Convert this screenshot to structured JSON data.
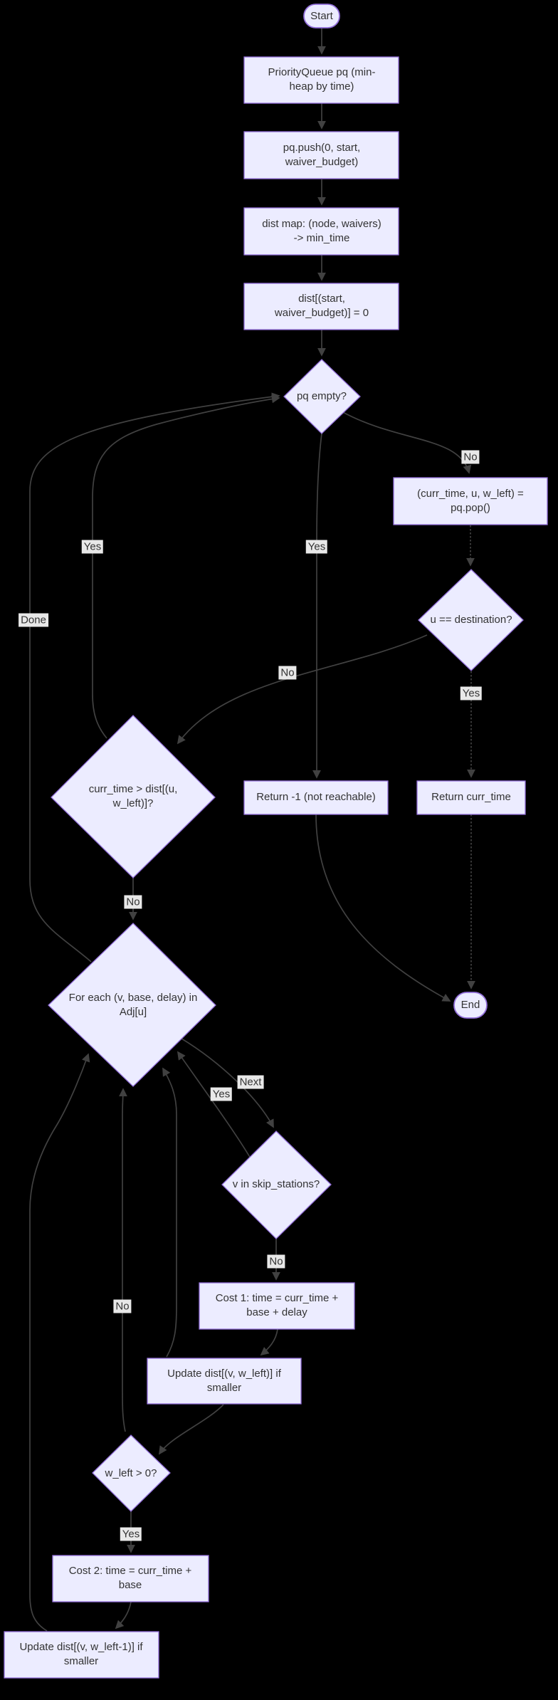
{
  "colors": {
    "background": "#000000",
    "node_fill": "#ECECFF",
    "node_border": "#9370DB",
    "edge": "#414141",
    "edge_label_bg": "#e8e8e8",
    "text": "#333333"
  },
  "nodes": {
    "start": "Start",
    "init_pq": "PriorityQueue pq (min-heap by time)",
    "push": "pq.push(0, start, waiver_budget)",
    "dist_map": "dist map: (node, waivers) -> min_time",
    "dist_init": "dist[(start, waiver_budget)] = 0",
    "pq_empty": "pq empty?",
    "pop": "(curr_time, u, w_left) = pq.pop()",
    "dest_check": "u == destination?",
    "return_not_reachable": "Return -1 (not reachable)",
    "return_curr": "Return curr_time",
    "stale_check": "curr_time > dist[(u, w_left)]?",
    "for_each": "For each (v, base, delay) in Adj[u]",
    "skip_check": "v in skip_stations?",
    "cost1": "Cost 1: time = curr_time + base + delay",
    "update_no_waiver": "Update dist[(v, w_left)] if smaller",
    "wleft_check": "w_left > 0?",
    "cost2": "Cost 2: time = curr_time + base",
    "update_waiver": "Update dist[(v, w_left-1)] if smaller",
    "end": "End"
  },
  "edge_labels": {
    "pq_no": "No",
    "pq_yes": "Yes",
    "done": "Done",
    "stale_yes": "Yes",
    "dest_no": "No",
    "dest_yes": "Yes",
    "stale_no": "No",
    "foreach_next": "Next",
    "skip_yes": "Yes",
    "skip_no": "No",
    "wleft_no": "No",
    "wleft_yes": "Yes"
  }
}
